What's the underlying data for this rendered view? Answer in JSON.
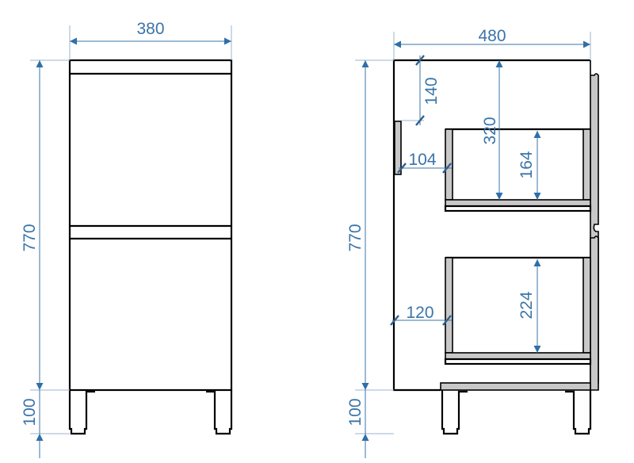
{
  "front_view": {
    "width_dim": "380",
    "height_dim": "770",
    "leg_dim": "100"
  },
  "side_view": {
    "depth_dim": "480",
    "height_dim": "770",
    "leg_dim": "100",
    "handle_offset_dim": "140",
    "upper_drawer_top_dim": "320",
    "upper_drawer_inner_height_dim": "164",
    "upper_drawer_setback_dim": "104",
    "lower_drawer_setback_dim": "120",
    "lower_drawer_inner_height_dim": "224"
  },
  "colors": {
    "dimension": "#3a74a8",
    "panel_fill": "#c8c8c8",
    "outline": "#000000"
  }
}
